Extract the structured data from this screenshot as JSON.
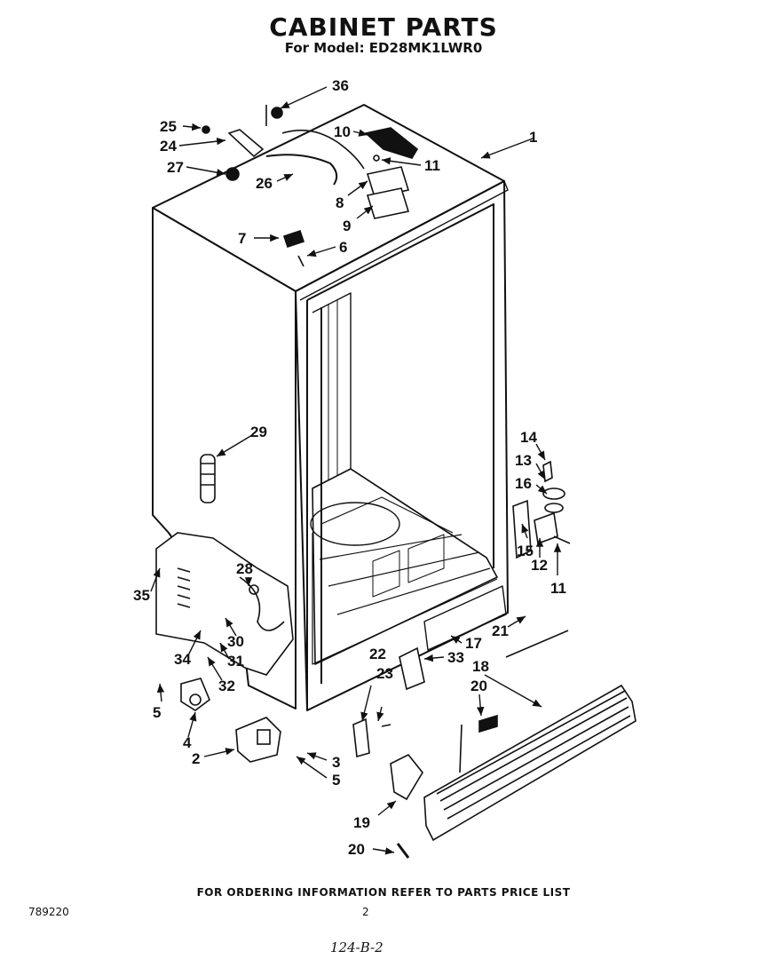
{
  "header": {
    "title": "CABINET PARTS",
    "model": "For Model: ED28MK1LWR0"
  },
  "footer": {
    "note": "FOR ORDERING INFORMATION REFER TO PARTS PRICE LIST",
    "doc_number": "789220",
    "page": "2",
    "handwritten": "124-B-2"
  },
  "callouts": [
    "36",
    "25",
    "24",
    "27",
    "26",
    "10",
    "11",
    "1",
    "8",
    "9",
    "7",
    "6",
    "29",
    "14",
    "13",
    "16",
    "15",
    "12",
    "11",
    "28",
    "35",
    "30",
    "34",
    "31",
    "32",
    "5",
    "4",
    "2",
    "3",
    "5",
    "22",
    "23",
    "33",
    "17",
    "21",
    "18",
    "20",
    "19",
    "20"
  ]
}
